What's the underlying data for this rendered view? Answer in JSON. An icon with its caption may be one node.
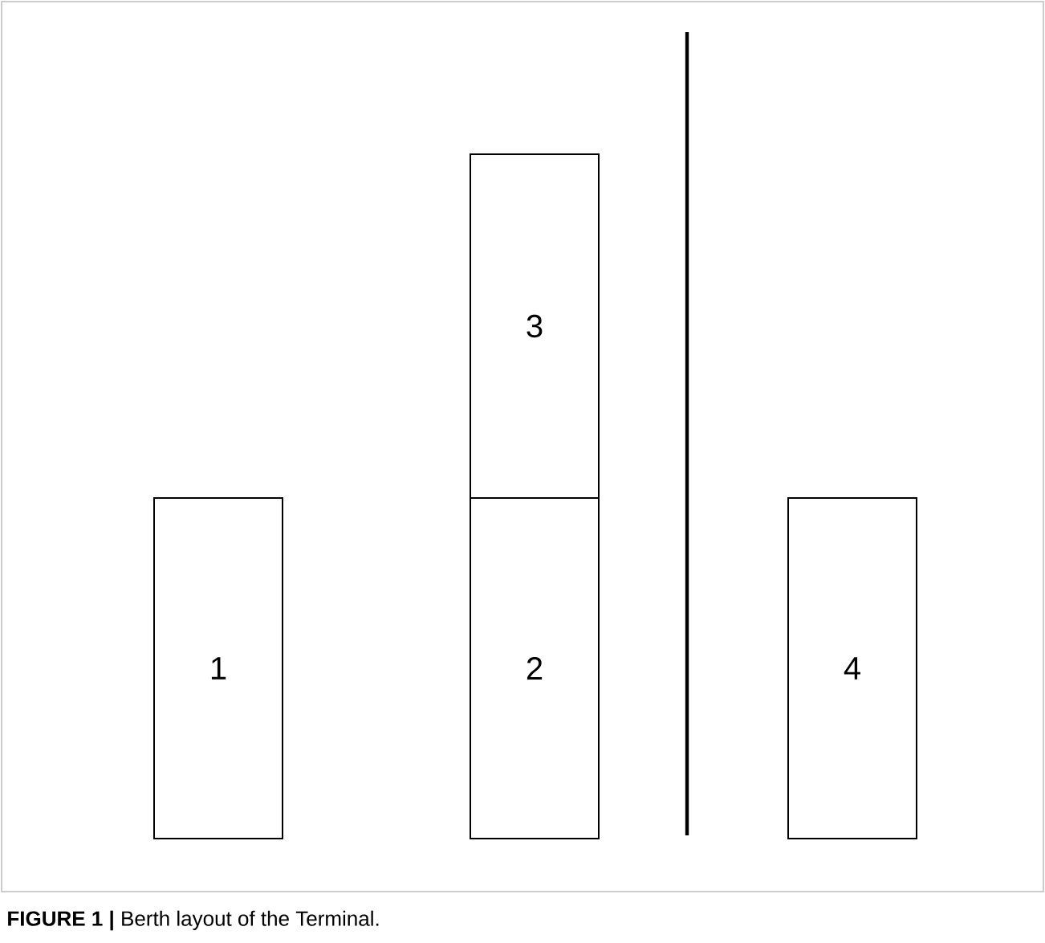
{
  "diagram": {
    "caption": "**FIGURE 1 |** Berth layout of the Terminal.",
    "nodes": [
      {
        "text": [
          "3"
        ]
      },
      {
        "text": [
          "1"
        ]
      },
      {
        "text": [
          "2"
        ]
      },
      {
        "text": [
          "4"
        ]
      }
    ],
    "edges": []
  }
}
